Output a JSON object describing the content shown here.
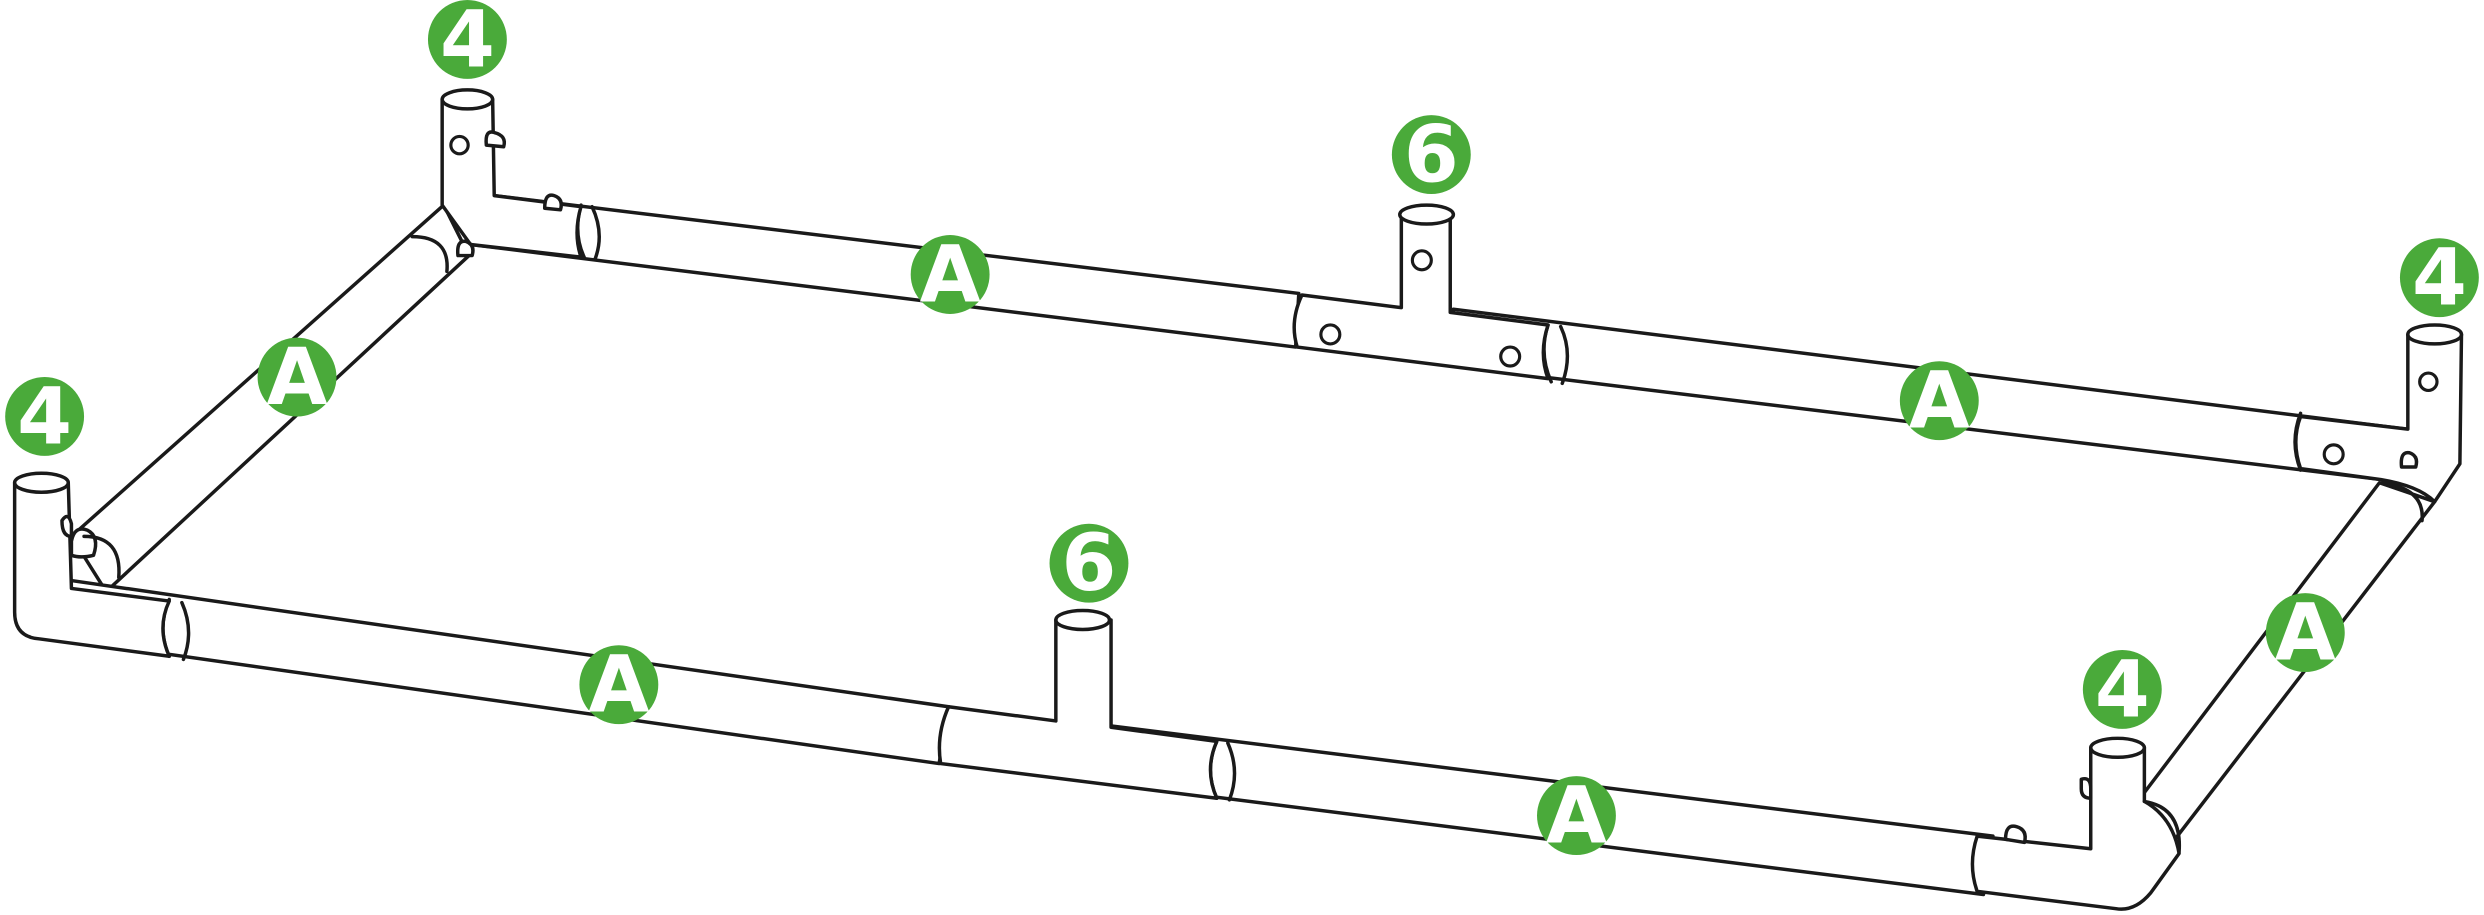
{
  "colors": {
    "badge": "#4aaa3a",
    "badge_text": "#ffffff",
    "line": "#1a1a1a",
    "background": "#ffffff"
  },
  "labels": {
    "pipe": "A",
    "corner_fitting": "4",
    "tee_fitting": "6"
  }
}
